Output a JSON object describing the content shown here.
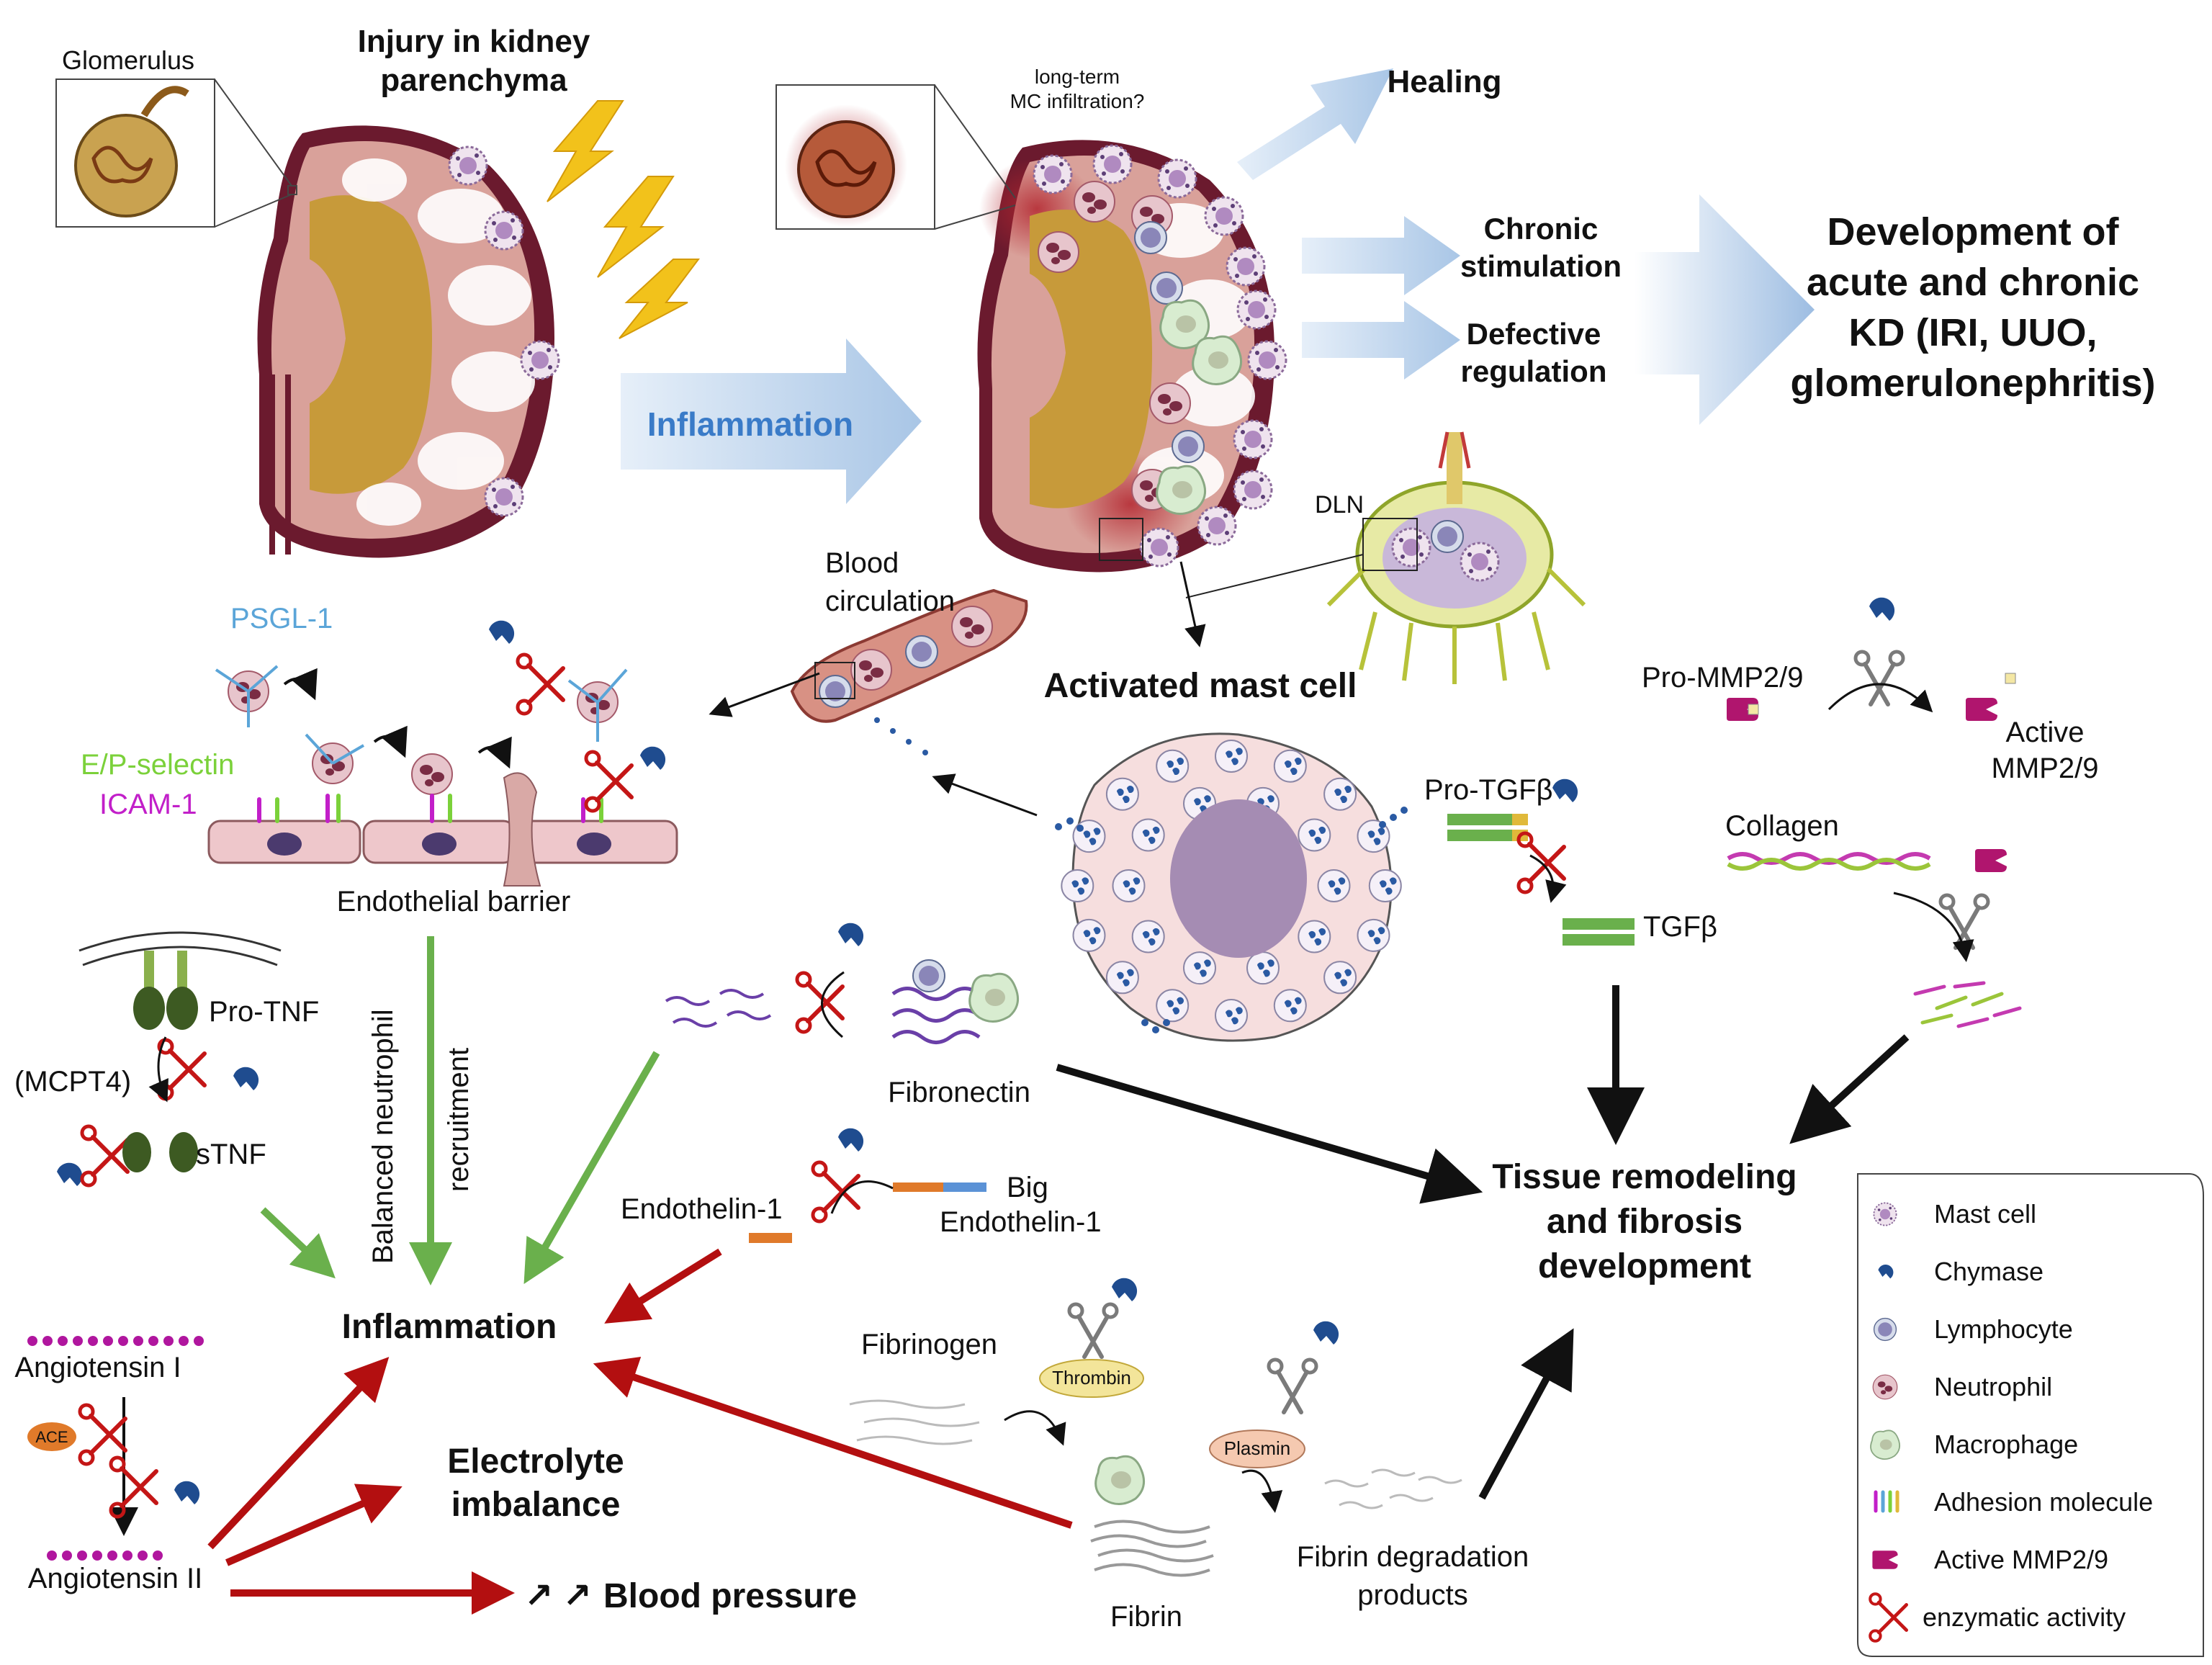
{
  "labels": {
    "glomerulus": "Glomerulus",
    "injury_line1": "Injury in kidney",
    "injury_line2": "parenchyma",
    "mc_question_line1": "long-term",
    "mc_question_line2": "MC infiltration?",
    "healing": "Healing",
    "chronic_line1": "Chronic",
    "chronic_line2": "stimulation",
    "defective_line1": "Defective",
    "defective_line2": "regulation",
    "kd_line1": "Development of",
    "kd_line2": "acute and chronic",
    "kd_line3": "KD (IRI, UUO,",
    "kd_line4": "glomerulonephritis)",
    "inflammation_arrow": "Inflammation",
    "dln": "DLN",
    "blood_line1": "Blood",
    "blood_line2": "circulation",
    "activated_mast_cell": "Activated mast cell",
    "psgl1": "PSGL-1",
    "ep_selectin": "E/P-selectin",
    "icam1": "ICAM-1",
    "endothelial_barrier": "Endothelial barrier",
    "pro_mmp": "Pro-MMP2/9",
    "active_mmp_line1": "Active",
    "active_mmp_line2": "MMP2/9",
    "pro_tgfb": "Pro-TGFβ",
    "tgfb": "TGFβ",
    "collagen": "Collagen",
    "pro_tnf": "Pro-TNF",
    "mcpt4": "(MCPT4)",
    "stnf": "sTNF",
    "balanced_neutrophil": "Balanced neutrophil",
    "recruitment": "recruitment",
    "fibronectin": "Fibronectin",
    "endothelin1": "Endothelin-1",
    "big_line1": "Big",
    "big_line2": "Endothelin-1",
    "tissue_line1": "Tissue remodeling",
    "tissue_line2": "and fibrosis",
    "tissue_line3": "development",
    "inflammation_center": "Inflammation",
    "angiotensin1": "Angiotensin I",
    "ace": "ACE",
    "angiotensin2": "Angiotensin II",
    "electrolyte_line1": "Electrolyte",
    "electrolyte_line2": "imbalance",
    "bp_arrows": "↗ ↗",
    "blood_pressure": "Blood pressure",
    "fibrinogen": "Fibrinogen",
    "thrombin": "Thrombin",
    "plasmin": "Plasmin",
    "fibrin": "Fibrin",
    "fdp_line1": "Fibrin degradation",
    "fdp_line2": "products"
  },
  "legend": {
    "mast_cell": "Mast cell",
    "chymase": "Chymase",
    "lymphocyte": "Lymphocyte",
    "neutrophil": "Neutrophil",
    "macrophage": "Macrophage",
    "adhesion_molecule": "Adhesion molecule",
    "active_mmp": "Active MMP2/9",
    "enzymatic_activity": "enzymatic activity"
  },
  "colors": {
    "inflammation_blue": "#3a7bc8",
    "green_arrow": "#6ab04c",
    "red_arrow": "#b30f10",
    "kidney_cortex": "#d9a19a",
    "kidney_pelvis": "#c79a3a",
    "capsule": "#6b1a2e",
    "lightning": "#f2c21b",
    "psgl1": "#5ba5d8",
    "selectin": "#7bd13a",
    "icam": "#c21fc9",
    "chymase": "#1f4c8f",
    "mmp": "#b0156e"
  }
}
